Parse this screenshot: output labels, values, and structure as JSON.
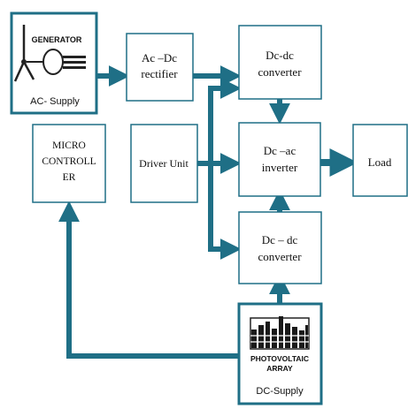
{
  "colors": {
    "arrow": "#1f6f86",
    "box_border": "#1f6f86",
    "text": "#111111"
  },
  "blocks": {
    "generator": {
      "title": "GENERATOR",
      "caption": "AC- Supply",
      "icon": "wind-turbine-icon"
    },
    "rectifier": {
      "line1": "Ac –Dc",
      "line2": "rectifier"
    },
    "dcdc_top": {
      "line1": "Dc-dc",
      "line2": "converter"
    },
    "micro": {
      "line1": "MICRO",
      "line2": "CONTROLL",
      "line3": "ER"
    },
    "driver": {
      "label": "Driver Unit"
    },
    "inverter": {
      "line1": "Dc –ac",
      "line2": "inverter"
    },
    "load": {
      "label": "Load"
    },
    "dcdc_bottom": {
      "line1": "Dc – dc",
      "line2": "converter"
    },
    "pv": {
      "title1": "PHOTOVOLTAIC",
      "title2": "ARRAY",
      "caption": "DC-Supply",
      "icon": "solar-panel-icon"
    }
  }
}
